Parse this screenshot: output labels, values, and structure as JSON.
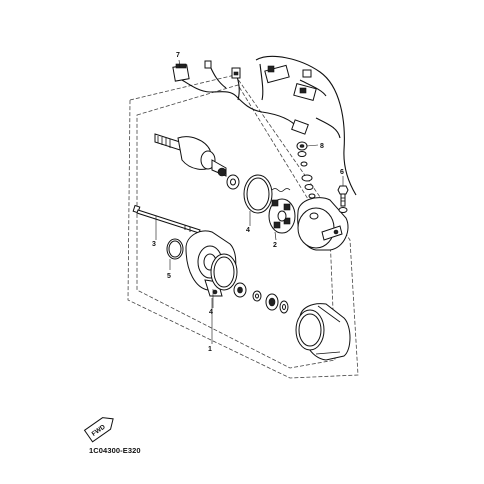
{
  "diagram": {
    "drawing_code": "1C04300-E320",
    "fwd_label": "FWD",
    "callouts": [
      "1",
      "2",
      "3",
      "4",
      "4",
      "5",
      "6",
      "7",
      "8"
    ]
  }
}
